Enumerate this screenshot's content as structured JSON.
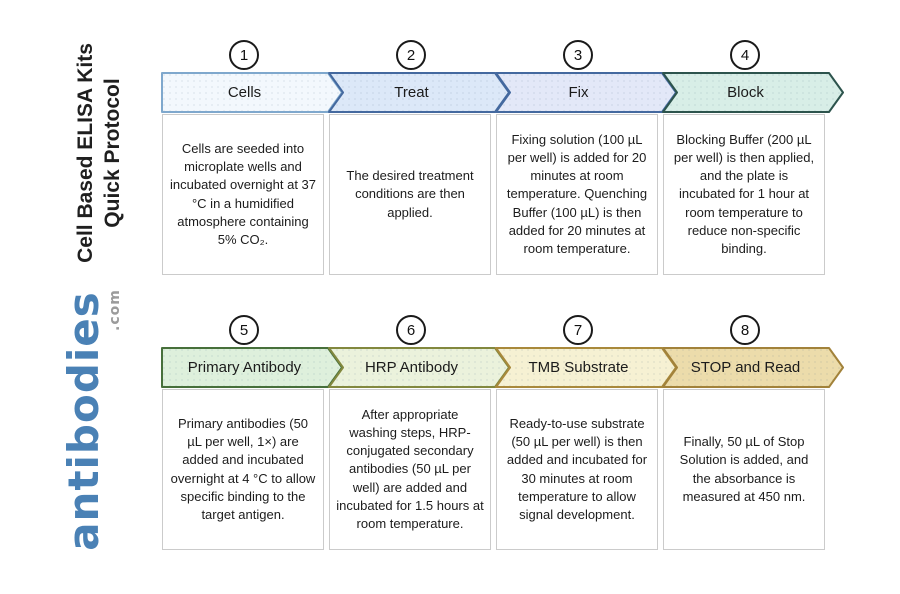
{
  "branding": {
    "title_line1": "Cell Based ELISA Kits",
    "title_line2": "Quick Protocol",
    "logo_text": "antibodies",
    "logo_suffix": ".com",
    "logo_color": "#4a81b5",
    "logo_suffix_color": "#9b9b9b",
    "title_color": "#1f1f1f"
  },
  "steps": [
    {
      "number": "1",
      "label": "Cells",
      "description": "Cells are seeded into microplate wells and incubated overnight at 37 °C in a humidified atmosphere containing 5% CO₂.",
      "fill": "#f3f8fd",
      "stroke": "#7fa8cd"
    },
    {
      "number": "2",
      "label": "Treat",
      "description": "The desired treatment conditions are then applied.",
      "fill": "#dce8f8",
      "stroke": "#44699f"
    },
    {
      "number": "3",
      "label": "Fix",
      "description": "Fixing solution (100 µL per well) is added for 20 minutes at room temperature. Quenching Buffer (100 µL) is then added for 20 minutes at room temperature.",
      "fill": "#e3e8f8",
      "stroke": "#44699f"
    },
    {
      "number": "4",
      "label": "Block",
      "description": "Blocking Buffer (200 µL per well) is then applied, and the plate is incubated for 1 hour at room temperature to reduce non-specific binding.",
      "fill": "#d8eee7",
      "stroke": "#2d544d"
    },
    {
      "number": "5",
      "label": "Primary Antibody",
      "description": "Primary antibodies (50 µL per well, 1×) are added and incubated overnight at 4 °C to allow specific binding to the target antigen.",
      "fill": "#def0dc",
      "stroke": "#47703b"
    },
    {
      "number": "6",
      "label": "HRP Antibody",
      "description": "After appropriate washing steps, HRP-conjugated secondary antibodies (50 µL per well) are added and incubated for 1.5 hours at room temperature.",
      "fill": "#ebf2dc",
      "stroke": "#82883e"
    },
    {
      "number": "7",
      "label": "TMB Substrate",
      "description": "Ready-to-use substrate (50 µL per well) is then added and incubated for 30 minutes at room temperature to allow signal development.",
      "fill": "#f6f1d3",
      "stroke": "#a9893b"
    },
    {
      "number": "8",
      "label": "STOP and Read",
      "description": "Finally, 50 µL of Stop Solution is added, and the absorbance is measured at 450 nm.",
      "fill": "#ecdcab",
      "stroke": "#a2823a"
    }
  ]
}
